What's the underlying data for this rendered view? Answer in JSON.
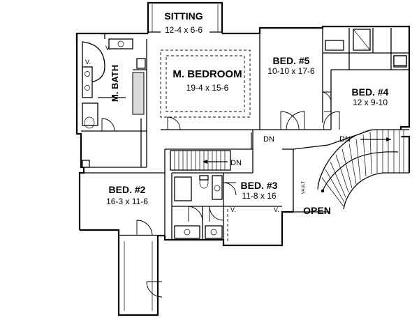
{
  "rooms": {
    "sitting": {
      "name": "SITTING",
      "dims": "12-4 x 6-6"
    },
    "master_bedroom": {
      "name": "M. BEDROOM",
      "dims": "19-4 x 15-6"
    },
    "master_bath": {
      "name": "M. BATH"
    },
    "bed5": {
      "name": "BED. #5",
      "dims": "10-10 x 17-6"
    },
    "bed4": {
      "name": "BED. #4",
      "dims": "12 x 9-10"
    },
    "bed2": {
      "name": "BED. #2",
      "dims": "16-3 x 11-6"
    },
    "bed3": {
      "name": "BED. #3",
      "dims": "11-8 x 16"
    },
    "open": {
      "name": "OPEN"
    }
  },
  "annotations": {
    "down_label": "DN",
    "vault_label": "VAULT",
    "vanity_label": "V."
  }
}
